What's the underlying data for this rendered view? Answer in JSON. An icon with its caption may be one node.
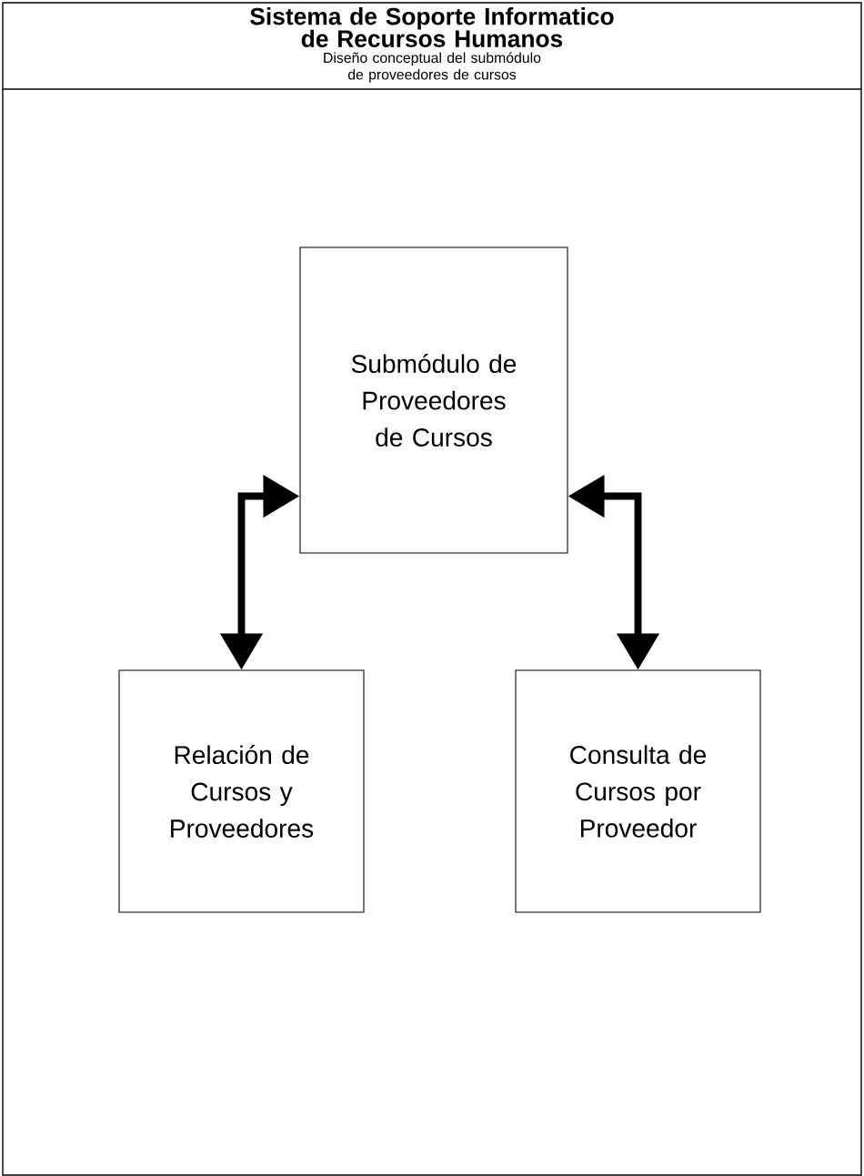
{
  "diagram": {
    "title": "Sistema de Soporte Informatico de Recursos Humanos",
    "nodes": [
      {
        "text": [
          "Submódulo de Proveedores de Cursos"
        ]
      },
      {
        "text": [
          "Relación de Cursos y Proveedores"
        ]
      },
      {
        "text": [
          "Consulta de Cursos por Proveedor"
        ]
      }
    ],
    "edges": [
      {
        "from": 0,
        "to": 1,
        "arrow": "both"
      },
      {
        "from": 0,
        "to": 2,
        "arrow": "both"
      }
    ],
    "labels": [
      "Diseño conceptual del submódulo de proveedores de cursos"
    ]
  }
}
